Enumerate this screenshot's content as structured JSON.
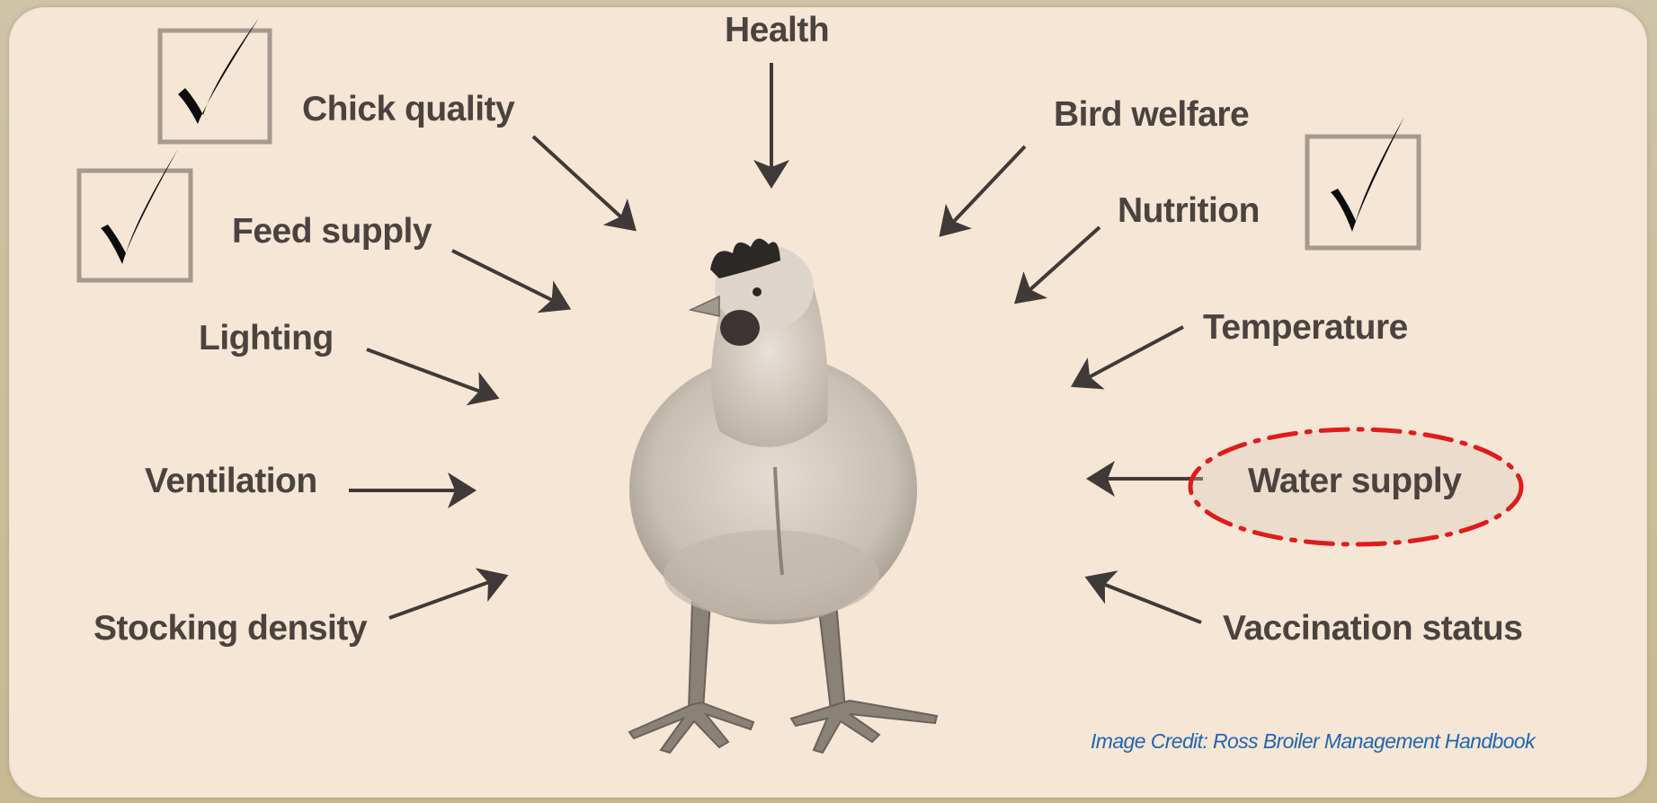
{
  "factors": {
    "health": "Health",
    "chick_quality": "Chick quality",
    "feed_supply": "Feed supply",
    "lighting": "Lighting",
    "ventilation": "Ventilation",
    "stocking_density": "Stocking density",
    "bird_welfare": "Bird welfare",
    "nutrition": "Nutrition",
    "temperature": "Temperature",
    "water_supply": "Water supply",
    "vaccination_status": "Vaccination status"
  },
  "checked": [
    "Chick quality",
    "Feed supply",
    "Nutrition"
  ],
  "highlighted": "Water supply",
  "credit": "Image Credit: Ross Broiler Management Handbook",
  "colors": {
    "panel": "#f5e6d5",
    "label": "#4a4340",
    "arrow": "#3f3a37",
    "highlight": "#e01b1b",
    "credit": "#2166b1"
  }
}
